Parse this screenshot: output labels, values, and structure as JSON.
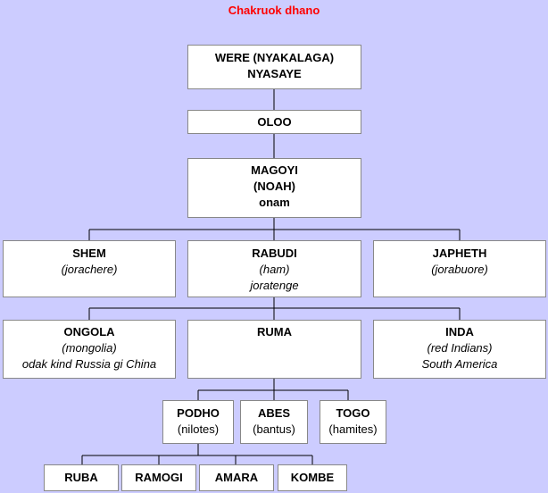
{
  "title": "Chakruok dhano",
  "nodes": {
    "were": {
      "line1": "WERE (NYAKALAGA)",
      "line2": "NYASAYE"
    },
    "oloo": {
      "line1": "OLOO"
    },
    "magoyi": {
      "line1": "MAGOYI",
      "line2": "(NOAH)",
      "line3": "onam"
    },
    "shem": {
      "line1": "SHEM",
      "line2": "(jorachere)"
    },
    "rabudi": {
      "line1": "RABUDI",
      "line2": "(ham)",
      "line3": "joratenge"
    },
    "japheth": {
      "line1": "JAPHETH",
      "line2": "(jorabuore)"
    },
    "ongola": {
      "line1": "ONGOLA",
      "line2": "(mongolia)",
      "line3": "odak kind Russia gi China"
    },
    "ruma": {
      "line1": "RUMA"
    },
    "inda": {
      "line1": "INDA",
      "line2": "(red Indians)",
      "line3": "South America"
    },
    "podho": {
      "line1": "PODHO",
      "line2": "(nilotes)"
    },
    "abes": {
      "line1": "ABES",
      "line2": "(bantus)"
    },
    "togo": {
      "line1": "TOGO",
      "line2": "(hamites)"
    },
    "ruba": {
      "line1": "RUBA"
    },
    "ramogi": {
      "line1": "RAMOGI"
    },
    "amara": {
      "line1": "AMARA"
    },
    "kombe": {
      "line1": "KOMBE"
    }
  }
}
